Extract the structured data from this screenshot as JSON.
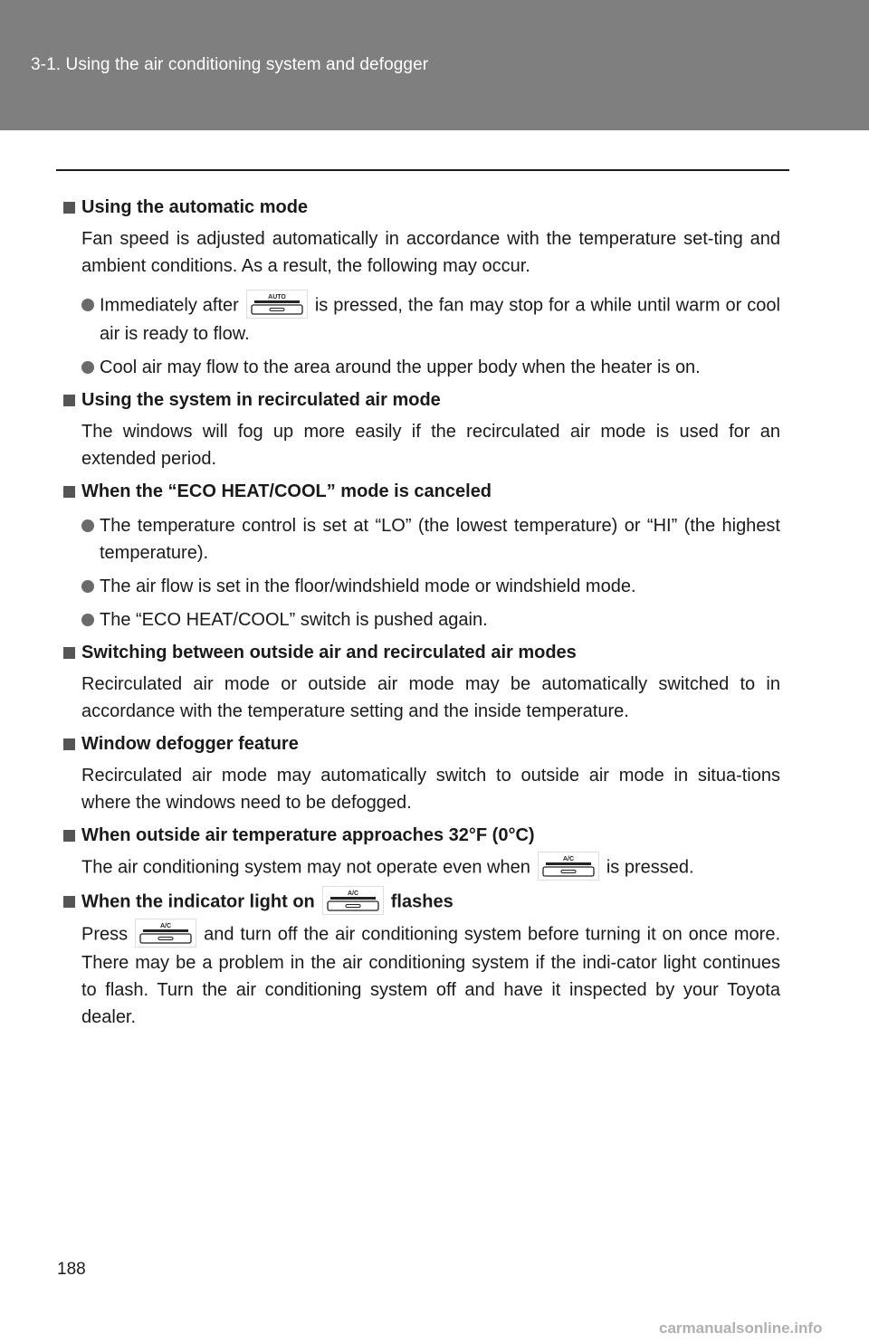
{
  "header": {
    "title": "3-1. Using the air conditioning system and defogger"
  },
  "buttons": {
    "auto": "AUTO",
    "ac": "A/C"
  },
  "sections": [
    {
      "heading": "Using the automatic mode",
      "text": "Fan speed is adjusted automatically in accordance with the temperature set-ting and ambient conditions. As a result, the following may occur.",
      "bullets": [
        {
          "before": "Immediately after",
          "after": "is pressed, the fan may stop for a while until warm or cool air is ready to flow."
        },
        {
          "text": "Cool air may flow to the area around the upper body when the heater is on."
        }
      ]
    },
    {
      "heading": "Using the system in recirculated air mode",
      "text": "The windows will fog up more easily if the recirculated air mode is used for an extended period."
    },
    {
      "heading": "When the “ECO HEAT/COOL” mode is canceled",
      "bullets": [
        {
          "text": "The temperature control is set at “LO” (the lowest temperature) or “HI” (the highest temperature)."
        },
        {
          "text": "The air flow is set in the floor/windshield mode or windshield mode."
        },
        {
          "text": "The “ECO HEAT/COOL” switch is pushed again."
        }
      ]
    },
    {
      "heading": "Switching between outside air and recirculated air modes",
      "text": "Recirculated air mode or outside air mode may be automatically switched to in accordance with the temperature setting and the inside temperature."
    },
    {
      "heading": "Window defogger feature",
      "text": "Recirculated air mode may automatically switch to outside air mode in situa-tions where the windows need to be defogged."
    },
    {
      "heading": "When outside air temperature approaches 32°F (0°C)",
      "text_before": "The air conditioning system may not operate even when",
      "text_after": "is pressed."
    },
    {
      "heading_before": "When the indicator light on",
      "heading_after": "flashes",
      "text_before": "Press",
      "text_after": "and turn off the air conditioning system before turning it on once more. There may be a problem in the air conditioning system if the indi-cator light continues to flash. Turn the air conditioning system off and have it inspected by your Toyota dealer."
    }
  ],
  "page_number": "188",
  "watermark": "carmanualsonline.info"
}
